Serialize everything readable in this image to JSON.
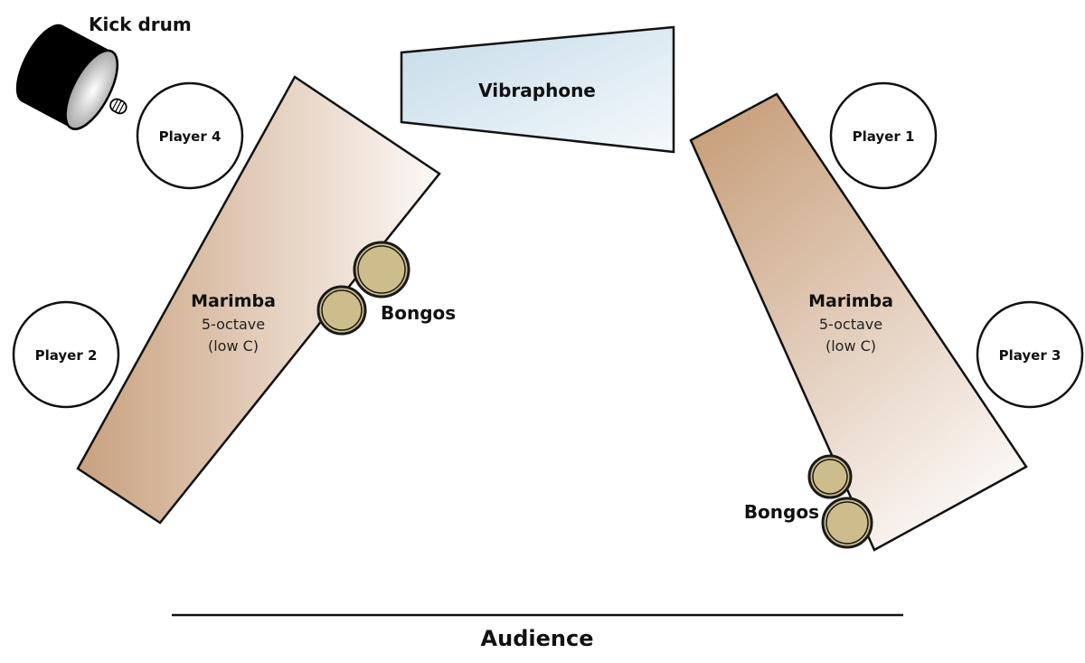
{
  "diagram": {
    "title": "Percussion stage setup",
    "kick_drum": {
      "label": "Kick drum"
    },
    "vibraphone": {
      "label": "Vibraphone"
    },
    "marimba_left": {
      "title": "Marimba",
      "line2": "5-octave",
      "line3": "(low C)"
    },
    "marimba_right": {
      "title": "Marimba",
      "line2": "5-octave",
      "line3": "(low C)"
    },
    "bongos_left": {
      "label": "Bongos"
    },
    "bongos_right": {
      "label": "Bongos"
    },
    "players": [
      {
        "label": "Player 1"
      },
      {
        "label": "Player 2"
      },
      {
        "label": "Player 3"
      },
      {
        "label": "Player 4"
      }
    ],
    "audience": {
      "label": "Audience"
    },
    "colors": {
      "marimba_dark": "#c9a17e",
      "marimba_light": "#fbf7f4",
      "vibraphone_dark": "#c7dce8",
      "vibraphone_light": "#f3f8fb",
      "bongo": "#cdbd8c",
      "outline": "#111111"
    }
  }
}
